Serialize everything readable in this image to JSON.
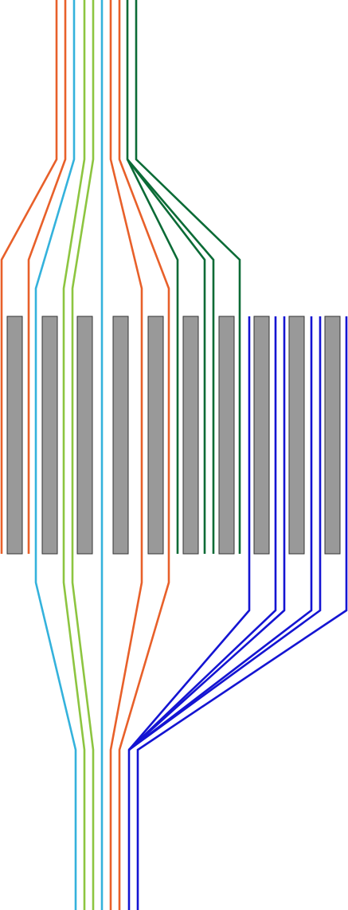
{
  "colors": {
    "orange": "#e8602a",
    "cyan": "#34b2dc",
    "lime": "#8dc540",
    "dark_green": "#0b6b36",
    "blue": "#1414d2",
    "block_fill": "#999999",
    "block_stroke": "#333333"
  },
  "blocks": {
    "count": 10
  },
  "wires": [
    {
      "name": "orange-wire-1",
      "color": "orange"
    },
    {
      "name": "cyan-wire-1",
      "color": "cyan"
    },
    {
      "name": "lime-wire-1",
      "color": "lime"
    },
    {
      "name": "lime-wire-2",
      "color": "lime"
    },
    {
      "name": "cyan-wire-2",
      "color": "cyan"
    },
    {
      "name": "orange-wire-2",
      "color": "orange"
    },
    {
      "name": "orange-wire-3",
      "color": "orange"
    },
    {
      "name": "dark-green-wire-1",
      "color": "dark_green"
    },
    {
      "name": "dark-green-wire-2",
      "color": "dark_green"
    },
    {
      "name": "dark-green-wire-3",
      "color": "dark_green"
    },
    {
      "name": "dark-green-wire-4",
      "color": "dark_green"
    },
    {
      "name": "blue-wire-1",
      "color": "blue"
    },
    {
      "name": "blue-wire-2",
      "color": "blue"
    },
    {
      "name": "blue-wire-3",
      "color": "blue"
    },
    {
      "name": "blue-wire-4",
      "color": "blue"
    },
    {
      "name": "blue-wire-5",
      "color": "blue"
    },
    {
      "name": "blue-wire-6",
      "color": "blue"
    }
  ]
}
